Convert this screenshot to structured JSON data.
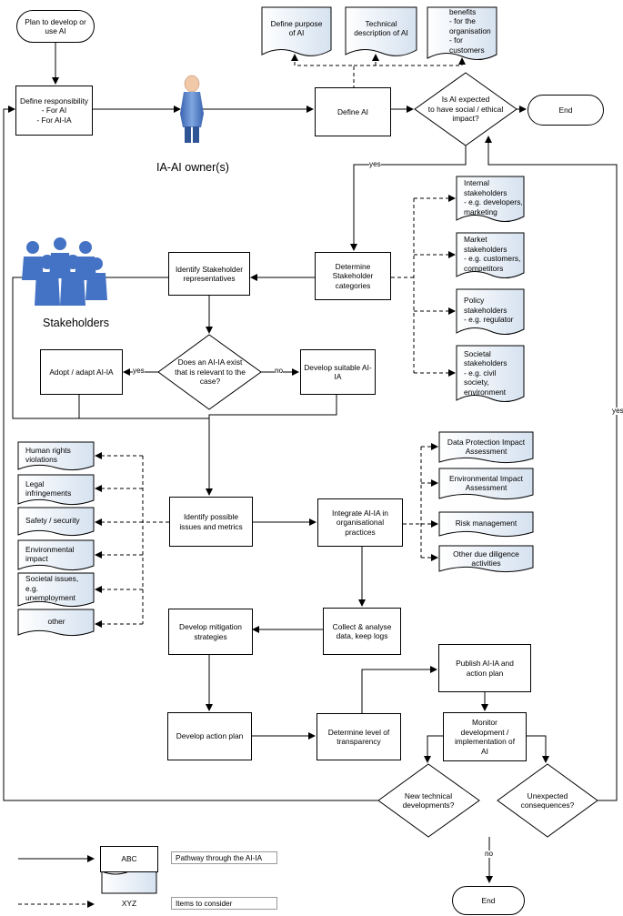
{
  "flow": {
    "plan": "Plan to develop or\nuse AI",
    "define_resp": "Define responsibility\n- For AI\n- For AI-IA",
    "owner_label": "IA-AI owner(s)",
    "define_ai": "Define AI",
    "is_ai_expected": "Is AI expected\nto have social / ethical\nimpact?",
    "end_top": "End",
    "determine_stakeholder": "Determine\nStakeholder\ncategories",
    "identify_stakeholder": "Identify Stakeholder\nrepresentatives",
    "stakeholders_label": "Stakeholders",
    "does_aiia_exist": "Does an AI-IA exist\nthat is relevant to the\ncase?",
    "adopt": "Adopt / adapt AI-IA",
    "develop_suitable": "Develop suitable AI-\nIA",
    "identify_issues": "Identify possible\nissues and metrics",
    "integrate": "Integrate AI-IA in\norganisational\npractices",
    "collect": "Collect & analyse\ndata, keep logs",
    "develop_mitigation": "Develop mitigation\nstrategies",
    "develop_action": "Develop action plan",
    "determine_transparency": "Determine level of\ntransparency",
    "publish": "Publish AI-IA and\naction plan",
    "monitor": "Monitor\ndevelopment /\nimplementation of\nAI",
    "new_tech": "New technical\ndevelopments?",
    "unexpected": "Unexpected\nconsequences?",
    "end_bottom": "End"
  },
  "docs": {
    "define_purpose": "Define purpose\nof AI",
    "technical_desc": "Technical\ndescription of AI",
    "benefits": "benefits\n- for the\norganisation\n- for customers",
    "internal": "Internal\nstakeholders\n- e.g. developers,\nmarketing",
    "market": "Market\nstakeholders\n- e.g. customers,\ncompetitors",
    "policy": "Policy\nstakeholders\n- e.g. regulator",
    "societal": "Societal\nstakeholders\n- e.g. civil\nsociety,\nenvironment",
    "human_rights": "Human rights\nviolations",
    "legal": "Legal\ninfringements",
    "safety": "Safety / security",
    "environmental": "Environmental\nimpact",
    "societal_issues": "Societal issues,\ne.g.\nunemployment",
    "other": "other",
    "dpia": "Data Protection Impact\nAssessment",
    "eia": "Environmental Impact\nAssessment",
    "risk": "Risk management",
    "due_diligence": "Other due diligence\nactivities"
  },
  "edge_labels": {
    "yes_top": "yes",
    "yes_adopt": "yes",
    "no_develop": "no",
    "yes_right": "yes",
    "no_bottom": "no"
  },
  "legend": {
    "abc": "ABC",
    "abc_desc": "Pathway through the AI-IA",
    "xyz": "XYZ",
    "xyz_desc": "Items to consider"
  },
  "colors": {
    "doc_fill": "#e3ebf5",
    "person_blue": "#4472c4"
  }
}
